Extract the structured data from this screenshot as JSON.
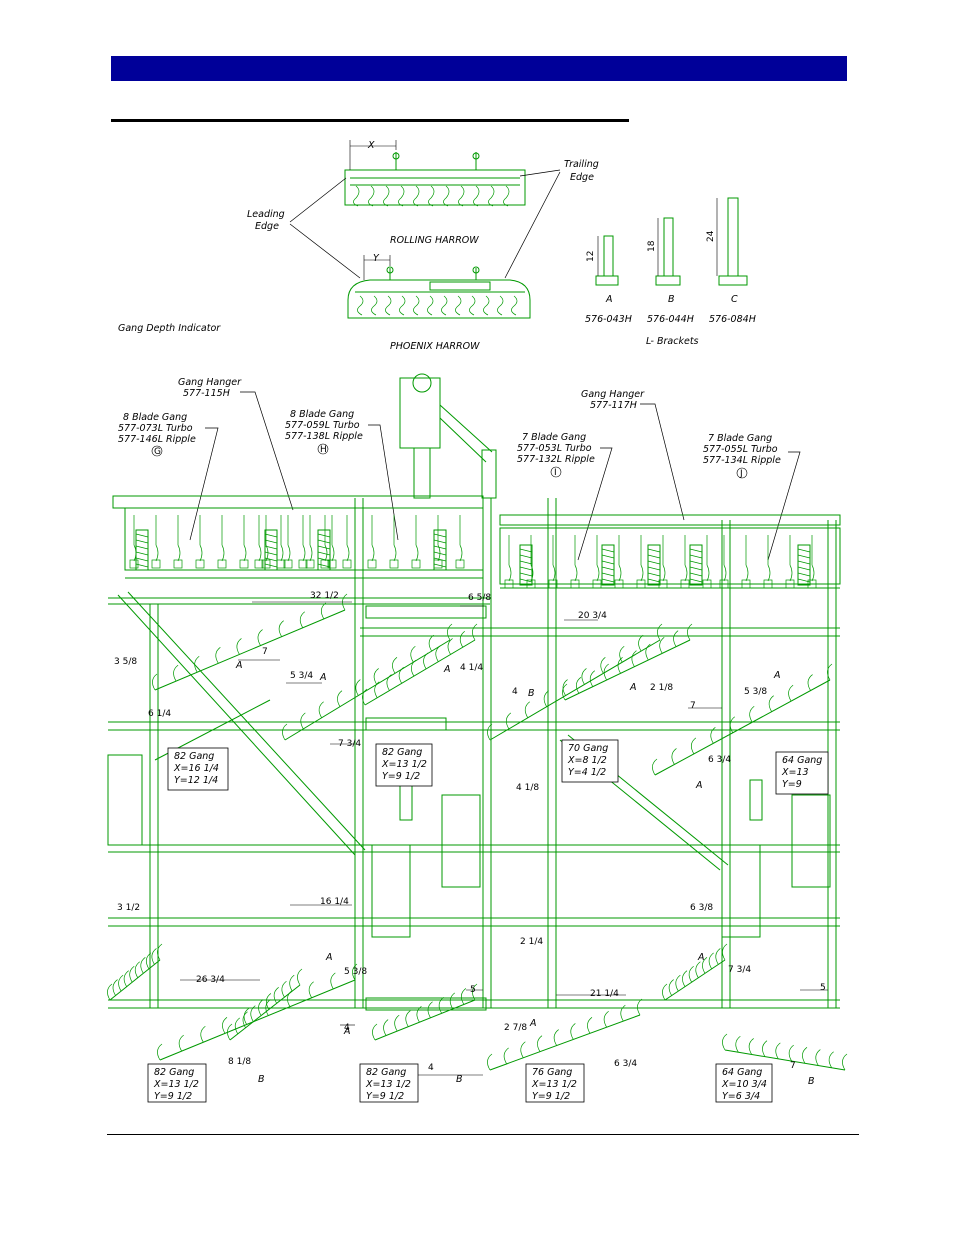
{
  "header": {
    "bar_color": "#000099"
  },
  "harrow_detail": {
    "x_label": "X",
    "y_label": "Y",
    "trailing_edge": [
      "Trailing",
      "Edge"
    ],
    "leading_edge": [
      "Leading",
      "Edge"
    ],
    "rolling_harrow": "ROLLING HARROW",
    "phoenix_harrow": "PHOENIX HARROW"
  },
  "gang_depth_indicator": "Gang Depth Indicator",
  "brackets": {
    "items": [
      {
        "letter": "A",
        "height": "12",
        "part": "576-043H"
      },
      {
        "letter": "B",
        "height": "18",
        "part": "576-044H"
      },
      {
        "letter": "C",
        "height": "24",
        "part": "576-084H"
      }
    ],
    "caption": "L- Brackets"
  },
  "callouts": {
    "hanger_115": [
      "Gang Hanger",
      "577-115H"
    ],
    "hanger_117": [
      "Gang Hanger",
      "577-117H"
    ],
    "gang_g": [
      "8 Blade Gang",
      "577-073L Turbo",
      "577-146L Ripple",
      "G"
    ],
    "gang_h": [
      "8 Blade Gang",
      "577-059L Turbo",
      "577-138L Ripple",
      "H"
    ],
    "gang_i": [
      "7 Blade Gang",
      "577-053L Turbo",
      "577-132L Ripple",
      "I"
    ],
    "gang_j": [
      "7 Blade Gang",
      "577-055L Turbo",
      "577-134L Ripple",
      "J"
    ]
  },
  "gang_boxes": [
    {
      "lines": [
        "82 Gang",
        "X=16  1/4",
        "Y=12  1/4"
      ]
    },
    {
      "lines": [
        "82 Gang",
        "X=13  1/2",
        "Y=9  1/2"
      ]
    },
    {
      "lines": [
        "70 Gang",
        "X=8  1/2",
        "Y=4  1/2"
      ]
    },
    {
      "lines": [
        "64 Gang",
        "X=13",
        "Y=9"
      ]
    },
    {
      "lines": [
        "82 Gang",
        "X=13  1/2",
        "Y=9  1/2"
      ]
    },
    {
      "lines": [
        "82 Gang",
        "X=13  1/2",
        "Y=9  1/2"
      ]
    },
    {
      "lines": [
        "76 Gang",
        "X=13  1/2",
        "Y=9  1/2"
      ]
    },
    {
      "lines": [
        "64 Gang",
        "X=10  3/4",
        "Y=6  3/4"
      ]
    }
  ],
  "dimensions": [
    "32 1/2",
    "6 5/8",
    "20 3/4",
    "3 5/8",
    "7",
    "5 3/4",
    "4 1/4",
    "2 1/8",
    "4",
    "5 3/8",
    "6 1/4",
    "7 3/4",
    "7",
    "4 1/8",
    "6 3/4",
    "3 1/2",
    "16 1/4",
    "6 3/8",
    "2 1/4",
    "26 3/4",
    "5 3/8",
    "5",
    "21 1/4",
    "7 3/4",
    "5",
    "4",
    "2 7/8",
    "8 1/8",
    "4",
    "6 3/4",
    "7"
  ],
  "point_labels": {
    "a": "A",
    "b": "B"
  }
}
